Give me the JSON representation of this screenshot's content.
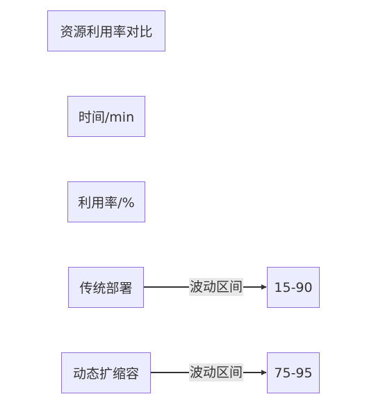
{
  "nodes": {
    "title": "资源利用率对比",
    "time": "时间/min",
    "util": "利用率/%",
    "traditional": "传统部署",
    "traditional_range": "15-90",
    "autoscale": "动态扩缩容",
    "autoscale_range": "75-95"
  },
  "edges": {
    "traditional_label": "波动区间",
    "autoscale_label": "波动区间"
  },
  "colors": {
    "node_fill": "#ECECFF",
    "node_border": "#9370DB",
    "edge": "#333333",
    "edge_label_bg": "#e8e8e8"
  }
}
